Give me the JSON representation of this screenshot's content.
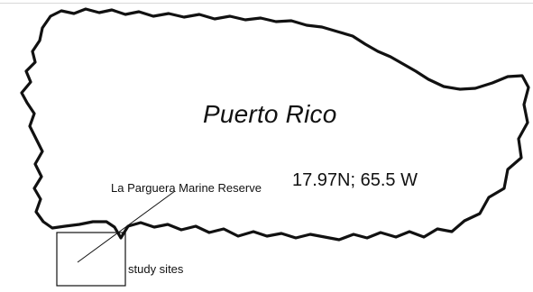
{
  "map": {
    "region_label": "Puerto Rico",
    "coordinates_label": "17.97N; 65.5 W",
    "reserve_label": "La Parguera Marine Reserve",
    "sites_label": "study sites"
  },
  "colors": {
    "outline": "#111111",
    "text": "#111111",
    "background": "#ffffff"
  }
}
